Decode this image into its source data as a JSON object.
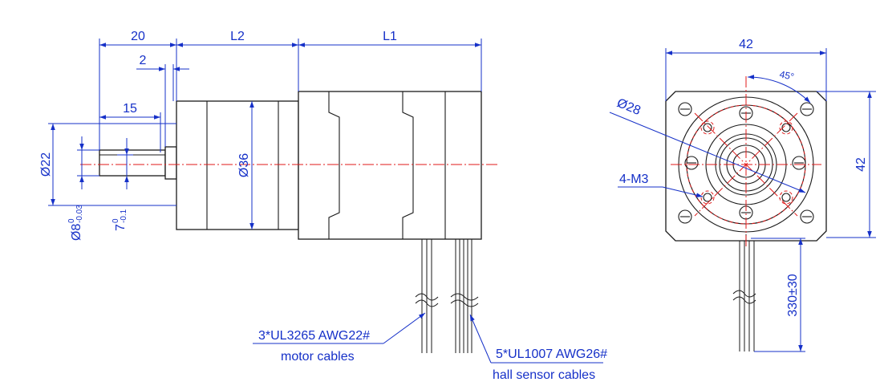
{
  "side_view": {
    "dim_shaft_length": "20",
    "dim_l2": "L2",
    "dim_l1": "L1",
    "dim_step": "2",
    "dim_flat_length": "15",
    "dim_pilot_dia": "Ø22",
    "dim_gearbox_dia": "Ø36",
    "dim_shaft_dia_main": "Ø8",
    "dim_shaft_dia_upper_tol": "0",
    "dim_shaft_dia_lower_tol": "-0.03",
    "dim_flat_main": "7",
    "dim_flat_upper_tol": "0",
    "dim_flat_lower_tol": "-0.1"
  },
  "front_view": {
    "dim_width": "42",
    "dim_height": "42",
    "dim_angle": "45°",
    "dim_bolt_circle": "Ø28",
    "dim_holes": "4-M3",
    "dim_cable_length": "330±30"
  },
  "callouts": {
    "motor_cables_line1": "3*UL3265 AWG22#",
    "motor_cables_line2": "motor cables",
    "hall_cables_line1": "5*UL1007 AWG26#",
    "hall_cables_line2": "hall sensor cables"
  },
  "colors": {
    "dimension": "#1530c8",
    "centerline": "#e01a1a",
    "outline": "#1a1a1a"
  }
}
